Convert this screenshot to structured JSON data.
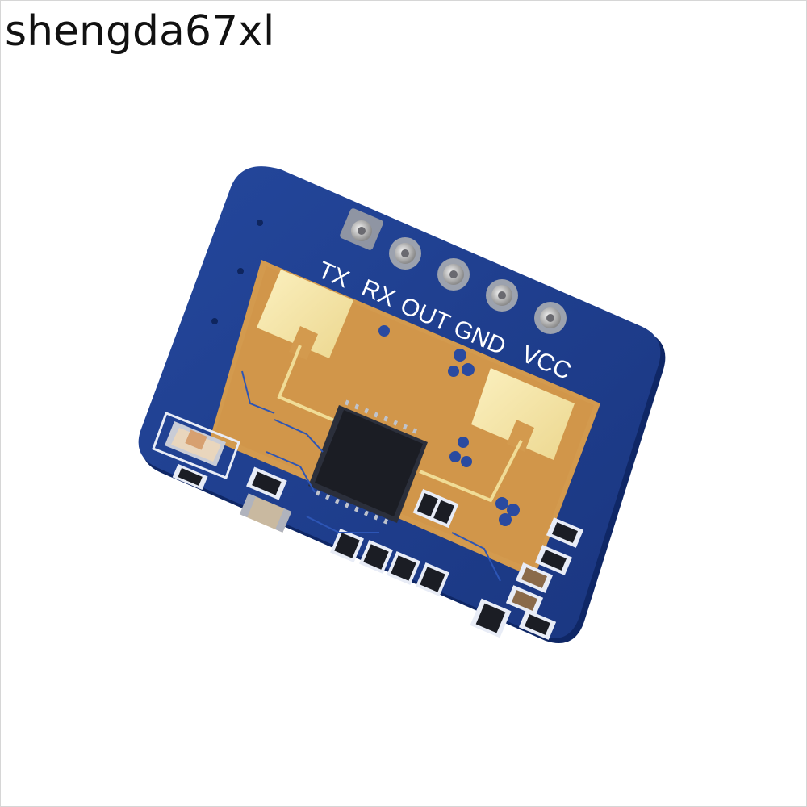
{
  "watermark": "shengda67xl",
  "board": {
    "pin_labels": [
      "TX",
      "RX",
      "OUT",
      "GND",
      "VCC"
    ],
    "colors": {
      "pcb": "#1f3f8f",
      "pcb_edge": "#132c6b",
      "substrate": "#d39a4e",
      "antenna_pad": "#f3e4a6",
      "chip": "#1b1d24",
      "silkscreen": "#ffffff"
    }
  }
}
